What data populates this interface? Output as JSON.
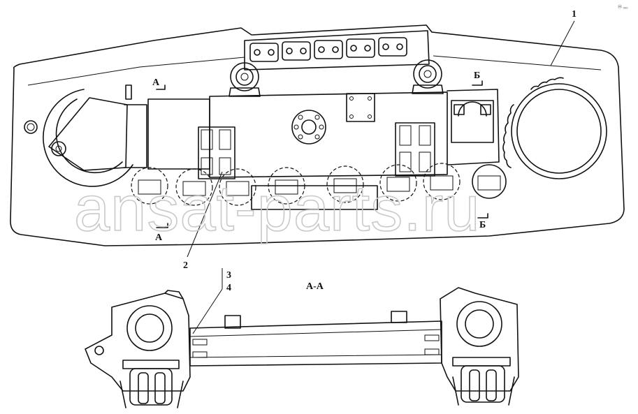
{
  "watermark": "ansat-parts.ru",
  "corner_mark": "Ⓜ ₒₒₒ",
  "labels": {
    "part1": "1",
    "part2": "2",
    "part3": "3",
    "part4": "4",
    "section_a": "А",
    "section_b": "Б",
    "section_title": "А-А"
  }
}
